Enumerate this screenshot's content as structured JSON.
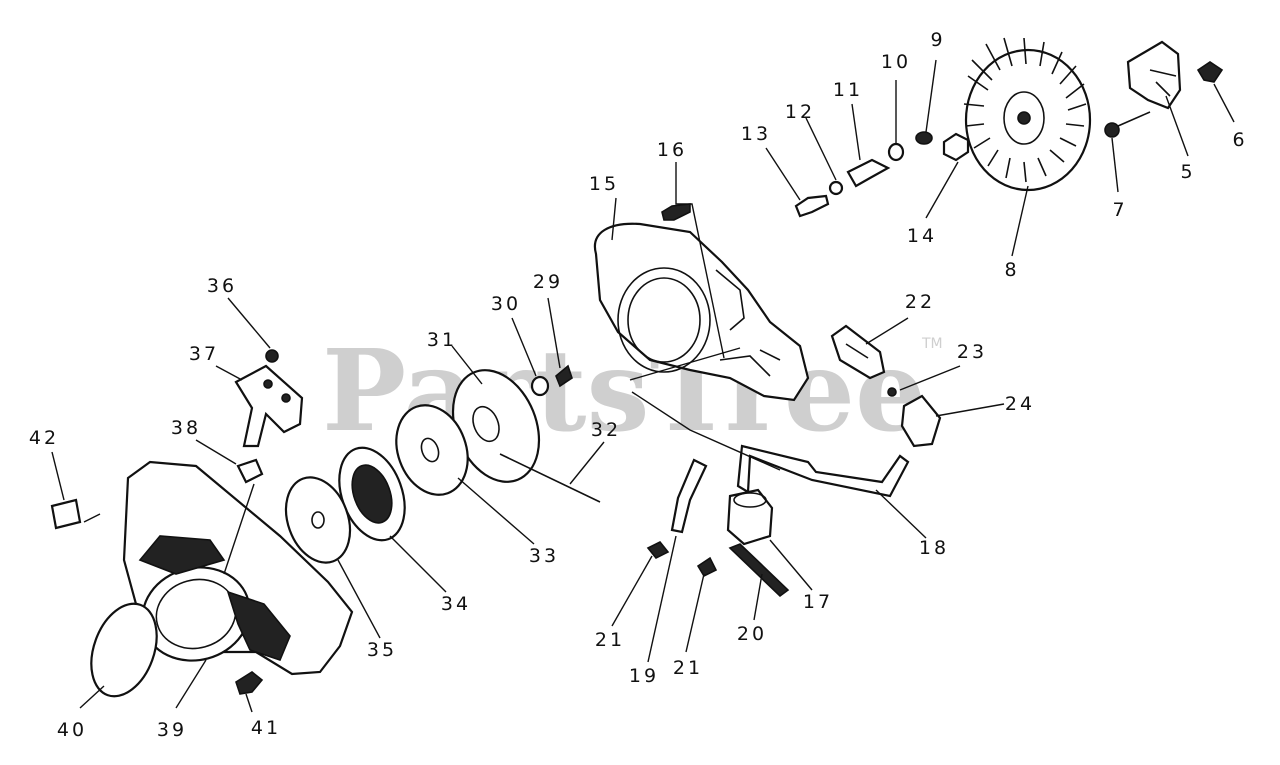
{
  "watermark": {
    "text": "PartsTree",
    "trademark": "TM"
  },
  "callouts": [
    "9",
    "10",
    "11",
    "12",
    "13",
    "16",
    "15",
    "14",
    "8",
    "7",
    "5",
    "6",
    "36",
    "37",
    "29",
    "30",
    "31",
    "22",
    "23",
    "24",
    "32",
    "42",
    "38",
    "33",
    "18",
    "17",
    "34",
    "35",
    "20",
    "21",
    "21",
    "19",
    "40",
    "39",
    "41"
  ]
}
